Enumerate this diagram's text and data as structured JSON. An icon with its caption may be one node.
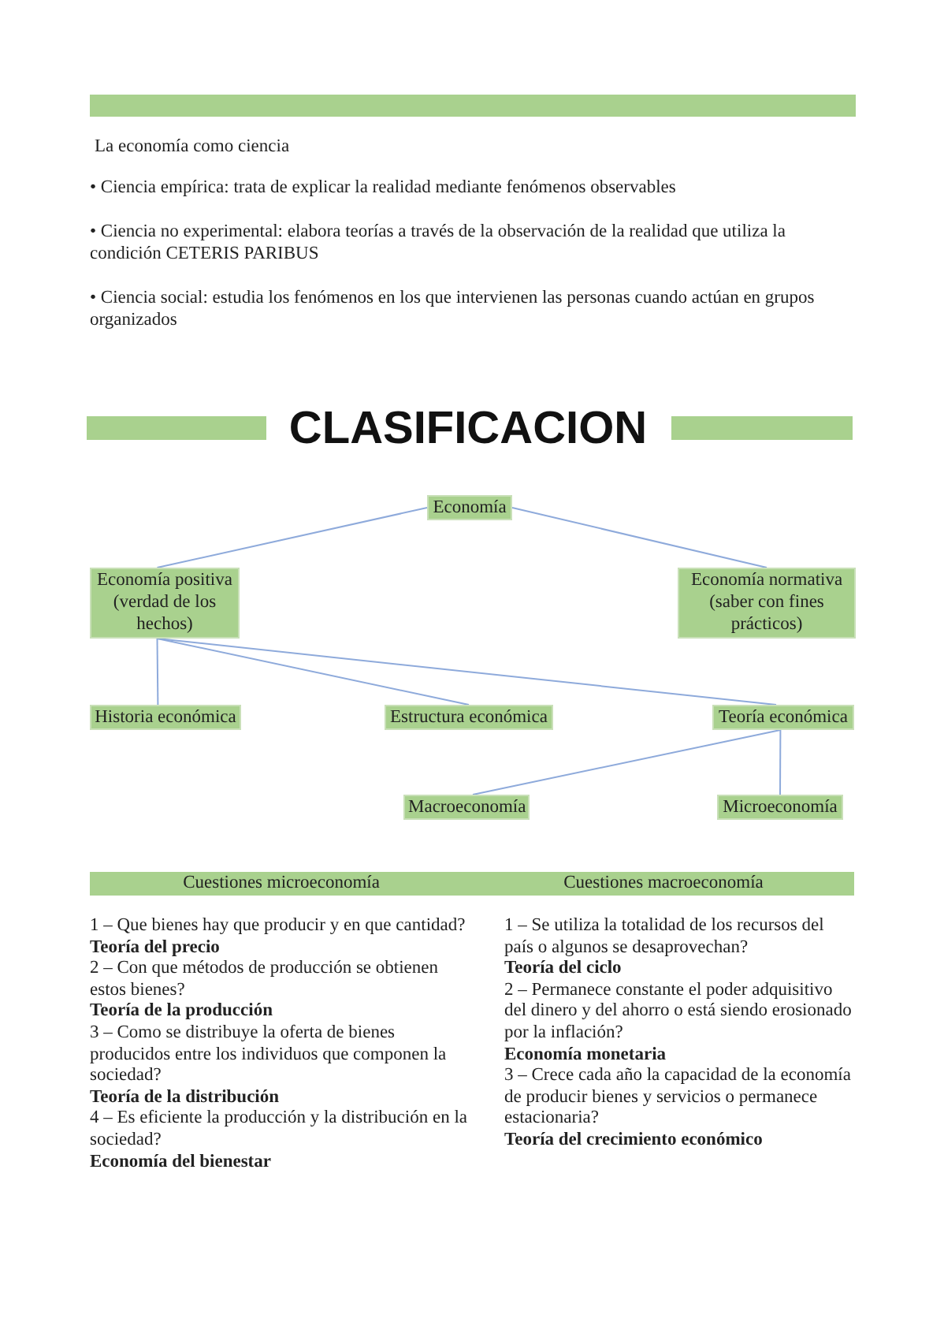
{
  "diagram": {
    "title": "CLASIFICACION",
    "nodes": [
      {
        "text": [],
        "shape": "bar"
      },
      {
        "text": [],
        "shape": "bar"
      },
      {
        "text": [],
        "shape": "bar"
      },
      {
        "text": [
          "Economía"
        ]
      },
      {
        "text": [
          "Economía positiva (verdad de los hechos)"
        ]
      },
      {
        "text": [
          "Economía normativa (saber con fines prácticos)"
        ]
      },
      {
        "text": [
          "Historia económica"
        ]
      },
      {
        "text": [
          "Estructura económica"
        ]
      },
      {
        "text": [
          "Teoría económica"
        ]
      },
      {
        "text": [
          "Macroeconomía"
        ]
      },
      {
        "text": [
          "Microeconomía"
        ]
      }
    ],
    "edges": [
      {
        "from": 3,
        "to": 4,
        "arrow": "none"
      },
      {
        "from": 3,
        "to": 5,
        "arrow": "none"
      },
      {
        "from": 4,
        "to": 6,
        "arrow": "none"
      },
      {
        "from": 4,
        "to": 7,
        "arrow": "none"
      },
      {
        "from": 4,
        "to": 8,
        "arrow": "none"
      },
      {
        "from": 8,
        "to": 9,
        "arrow": "none"
      },
      {
        "from": 8,
        "to": 10,
        "arrow": "none"
      }
    ],
    "labels": [
      "La economía como ciencia",
      "• Ciencia empírica: trata de explicar la realidad mediante fenómenos observables",
      "• Ciencia no experimental: elabora teorías a través de la observación de la realidad que utiliza la condición CETERIS PARIBUS",
      "• Ciencia social: estudia los fenómenos en los que intervienen las personas cuando actúan en grupos organizados",
      "Cuestiones microeconomía",
      "Cuestiones macroeconomía",
      "1 – Que bienes hay que producir y en que cantidad?",
      "Teoría del precio",
      "2 – Con que métodos de producción se obtienen estos bienes?",
      "Teoría de la producción",
      "3 – Como se distribuye la oferta de bienes producidos entre los individuos que componen la sociedad?",
      "Teoría de la distribución",
      "4 – Es eficiente la producción y la distribución en la sociedad?",
      "Economía del bienestar",
      "1 – Se utiliza la totalidad de los recursos del país o algunos se desaprovechan?",
      "Teoría del ciclo",
      "2 – Permanece constante el poder adquisitivo del dinero y del ahorro o está siendo erosionado por la inflación?",
      "Economía monetaria",
      "3 – Crece cada año la capacidad de la economía de producir bienes y servicios o permanece estacionaria?",
      "Teoría del crecimiento económico"
    ]
  }
}
